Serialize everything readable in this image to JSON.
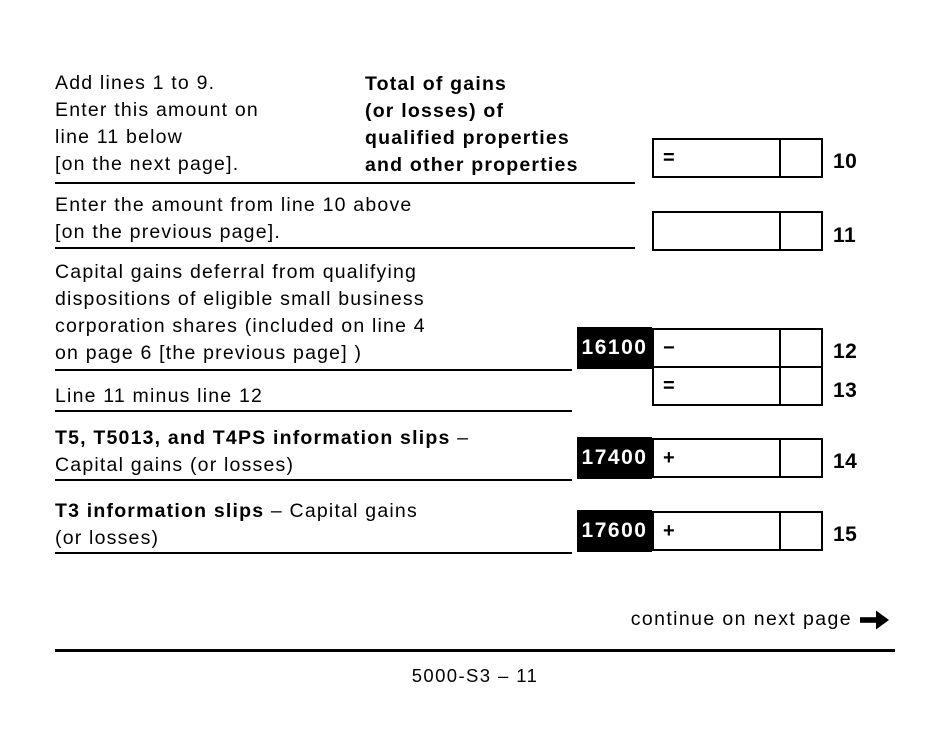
{
  "form": {
    "sections": {
      "s10": {
        "left_lines": [
          "Add lines 1 to 9.",
          "Enter this amount on",
          "line 11 below",
          "[on the next page]."
        ],
        "label_lines": [
          "Total of gains",
          "(or losses) of",
          "qualified properties",
          "and other properties"
        ],
        "operator": "=",
        "line_no": "10"
      },
      "s11": {
        "lines": [
          "Enter the amount from line 10 above",
          "[on the previous page]."
        ],
        "operator": "",
        "line_no": "11"
      },
      "s12": {
        "lines": [
          "Capital gains deferral from qualifying",
          "dispositions of eligible small business",
          "corporation shares (included on line 4",
          "on page 6 [the previous page] )"
        ],
        "code": "16100",
        "operator": "−",
        "line_no": "12"
      },
      "s13": {
        "line": "Line 11 minus line 12",
        "operator": "=",
        "line_no": "13"
      },
      "s14": {
        "title_bold": "T5, T5013, and T4PS information slips",
        "title_rest": " –",
        "line2": "Capital gains (or losses)",
        "code": "17400",
        "operator": "+",
        "line_no": "14"
      },
      "s15": {
        "title_bold": "T3 information slips",
        "title_rest": " – Capital gains",
        "line2": "(or losses)",
        "code": "17600",
        "operator": "+",
        "line_no": "15"
      }
    },
    "continue_label": "continue on next page",
    "footer_page_id": "5000-S3 – 11",
    "icons": {
      "continue_arrow": "right-arrow"
    },
    "colors": {
      "ink": "#000000",
      "paper": "#ffffff",
      "code_box_bg": "#000000",
      "code_box_text": "#ffffff"
    }
  }
}
